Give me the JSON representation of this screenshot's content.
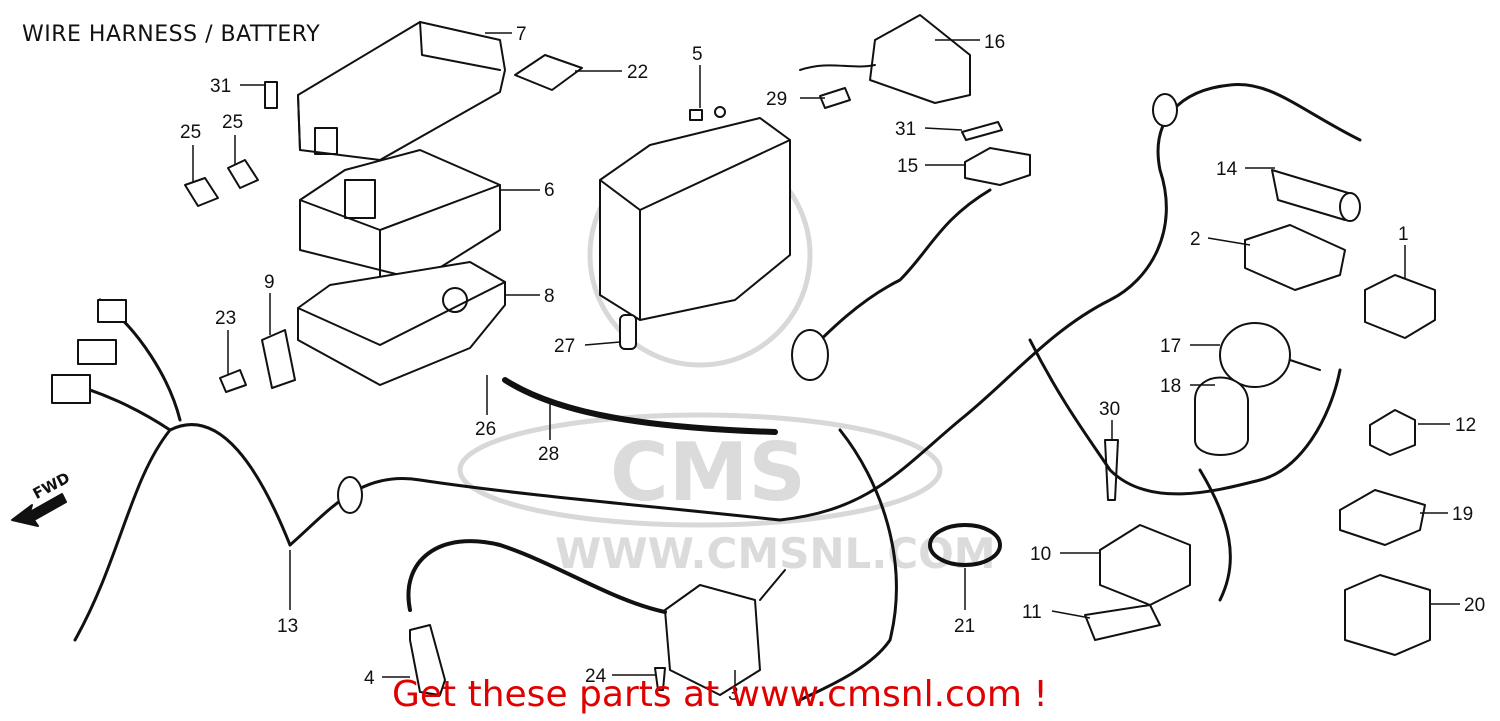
{
  "title": "WIRE HARNESS / BATTERY",
  "footer": "Get these parts at www.cmsnl.com !",
  "direction_label": "FWD",
  "watermark": {
    "logo_text": "CMS",
    "url_text": "WWW.CMSNL.COM"
  },
  "colors": {
    "footer": "#e00000",
    "watermark": "#cfcfcf",
    "line": "#111111"
  },
  "callouts": [
    {
      "id": "c7",
      "label": "7"
    },
    {
      "id": "c22",
      "label": "22"
    },
    {
      "id": "c5",
      "label": "5"
    },
    {
      "id": "c16",
      "label": "16"
    },
    {
      "id": "c29",
      "label": "29"
    },
    {
      "id": "c31a",
      "label": "31"
    },
    {
      "id": "c31b",
      "label": "31"
    },
    {
      "id": "c25a",
      "label": "25"
    },
    {
      "id": "c25b",
      "label": "25"
    },
    {
      "id": "c6",
      "label": "6"
    },
    {
      "id": "c15",
      "label": "15"
    },
    {
      "id": "c14",
      "label": "14"
    },
    {
      "id": "c2",
      "label": "2"
    },
    {
      "id": "c1",
      "label": "1"
    },
    {
      "id": "c9",
      "label": "9"
    },
    {
      "id": "c8",
      "label": "8"
    },
    {
      "id": "c23",
      "label": "23"
    },
    {
      "id": "c27",
      "label": "27"
    },
    {
      "id": "c17",
      "label": "17"
    },
    {
      "id": "c18",
      "label": "18"
    },
    {
      "id": "c30",
      "label": "30"
    },
    {
      "id": "c12",
      "label": "12"
    },
    {
      "id": "c26",
      "label": "26"
    },
    {
      "id": "c28",
      "label": "28"
    },
    {
      "id": "c19",
      "label": "19"
    },
    {
      "id": "c10",
      "label": "10"
    },
    {
      "id": "c11",
      "label": "11"
    },
    {
      "id": "c20",
      "label": "20"
    },
    {
      "id": "c21",
      "label": "21"
    },
    {
      "id": "c13",
      "label": "13"
    },
    {
      "id": "c4",
      "label": "4"
    },
    {
      "id": "c24",
      "label": "24"
    },
    {
      "id": "c3",
      "label": "3"
    }
  ]
}
